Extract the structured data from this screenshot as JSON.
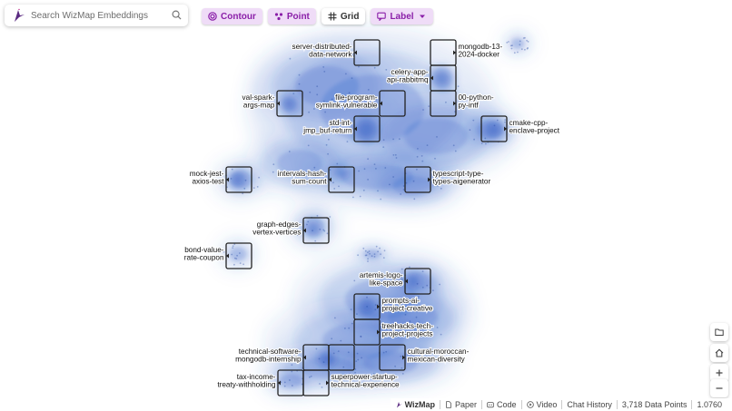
{
  "search": {
    "placeholder": "Search WizMap Embeddings"
  },
  "toolbar": {
    "contour_label": "Contour",
    "point_label": "Point",
    "grid_label": "Grid",
    "label_label": "Label"
  },
  "clusters": [
    {
      "lines": [
        "server-distributed-",
        "data-network"
      ]
    },
    {
      "lines": [
        "mongodb-13-",
        "2024-docker"
      ]
    },
    {
      "lines": [
        "celery-app-",
        "api-rabbitmq"
      ]
    },
    {
      "lines": [
        "val-spark-",
        "args-map"
      ]
    },
    {
      "lines": [
        "file-program-",
        "symlink-vulnerable"
      ]
    },
    {
      "lines": [
        "00-python-",
        "py-intf"
      ]
    },
    {
      "lines": [
        "std-int-",
        "jmp_buf-return"
      ]
    },
    {
      "lines": [
        "cmake-cpp-",
        "enclave-project"
      ]
    },
    {
      "lines": [
        "mock-jest-",
        "axios-test"
      ]
    },
    {
      "lines": [
        "intervals-hash-",
        "sum-count"
      ]
    },
    {
      "lines": [
        "typescript-type-",
        "types-aigenerator"
      ]
    },
    {
      "lines": [
        "graph-edges-",
        "vertex-vertices"
      ]
    },
    {
      "lines": [
        "bond-value-",
        "rate-coupon"
      ]
    },
    {
      "lines": [
        "artemis-logo-",
        "like-space"
      ]
    },
    {
      "lines": [
        "prompts-ai-",
        "project-creative"
      ]
    },
    {
      "lines": [
        "treehacks-tech-",
        "project-projects"
      ]
    },
    {
      "lines": [
        "technical-software-",
        "mongodb-internship"
      ]
    },
    {
      "lines": [
        "cultural-moroccan-",
        "mexican-diversity"
      ]
    },
    {
      "lines": [
        "tax-income-",
        "treaty-withholding"
      ]
    },
    {
      "lines": [
        "superpower-startup-",
        "technical-experience"
      ]
    }
  ],
  "footer": {
    "brand": "WizMap",
    "paper": "Paper",
    "code": "Code",
    "video": "Video",
    "chat": "Chat History",
    "count": "3,718 Data Points",
    "zoom": "1.0760"
  },
  "icons": {
    "logo": "wizmap-logo-icon",
    "search": "search-icon",
    "contour": "contour-icon",
    "point": "point-icon",
    "grid": "grid-icon",
    "label": "label-icon",
    "dropdown": "chevron-down-icon",
    "folder": "folder-icon",
    "home": "home-icon",
    "zoom_in": "plus-icon",
    "zoom_out": "minus-icon"
  },
  "colors": {
    "density": "#2f5fc9",
    "accent": "#8a1ea8",
    "accent_bg": "#efdcf7"
  }
}
